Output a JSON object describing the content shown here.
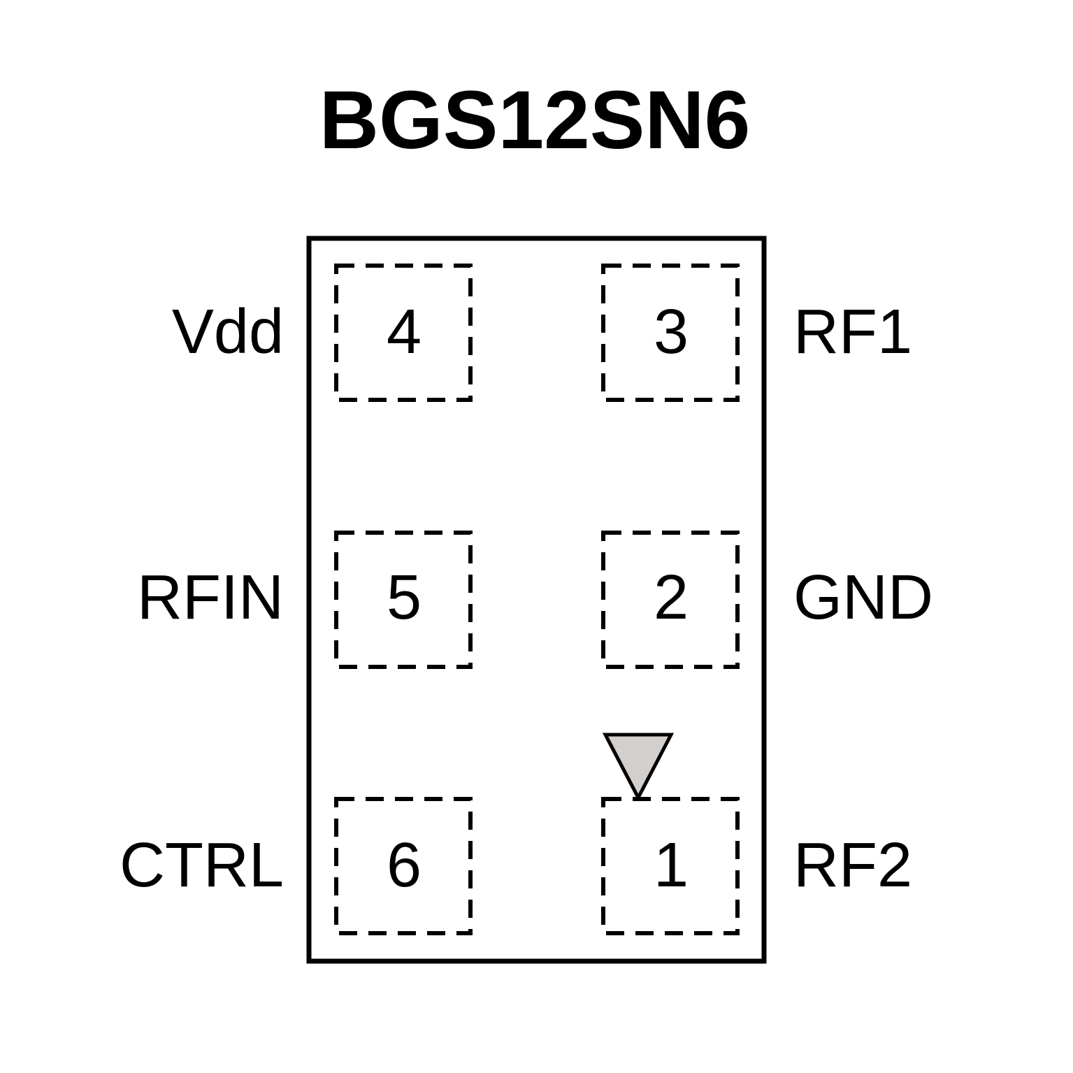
{
  "title": "BGS12SN6",
  "pins": {
    "p1": {
      "number": "1",
      "label": "RF2"
    },
    "p2": {
      "number": "2",
      "label": "GND"
    },
    "p3": {
      "number": "3",
      "label": "RF1"
    },
    "p4": {
      "number": "4",
      "label": "Vdd"
    },
    "p5": {
      "number": "5",
      "label": "RFIN"
    },
    "p6": {
      "number": "6",
      "label": "CTRL"
    }
  },
  "pin1_marker": "triangle-marker",
  "colors": {
    "marker_fill": "#d2cfcc",
    "line": "#000000",
    "background": "#ffffff"
  }
}
